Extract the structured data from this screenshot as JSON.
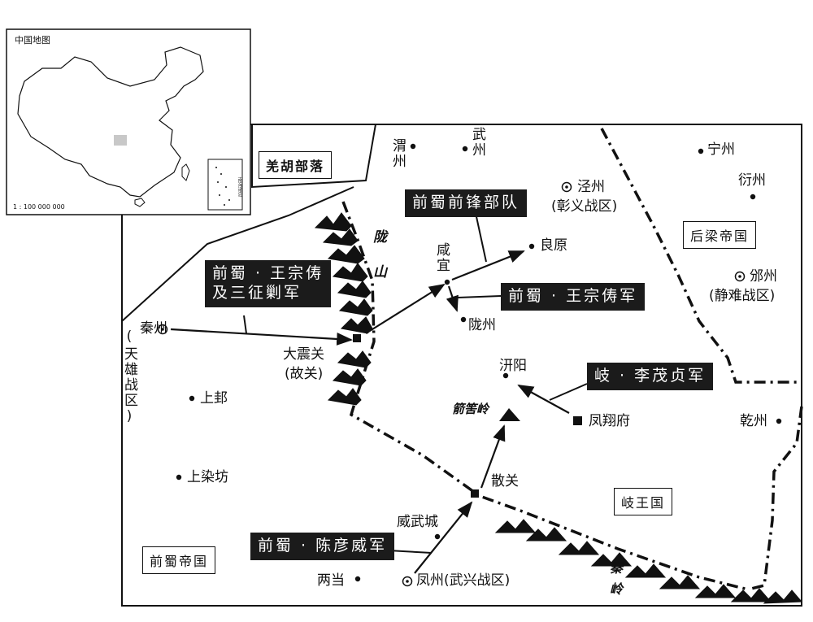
{
  "inset": {
    "title": "中国地图",
    "scale": "1 : 100 000 000",
    "nanhai_label": "南海诸岛"
  },
  "regions": {
    "qianghu": "羌胡部落",
    "houliang": "后梁帝国",
    "qiwang": "岐王国",
    "qianshu": "前蜀帝国"
  },
  "armies": {
    "vanguard": "前蜀前锋部队",
    "wangzongchou": [
      "前蜀 · 王宗俦",
      "及三征剿军"
    ],
    "wangzong": "前蜀 · 王宗俦军",
    "qi": "岐 · 李茂贞军",
    "chen": "前蜀 · 陈彦威军"
  },
  "places": {
    "weizhou": "渭州",
    "wuzhou": "武州",
    "jingzhou": "泾州",
    "zhangyi": "(彰义战区)",
    "ningzhou": "宁州",
    "yanzhou": "衍州",
    "binzhou": "邠州",
    "jingnan": "(静难战区)",
    "xianyi": "咸宜",
    "liangyuan": "良原",
    "longzhou": "陇州",
    "qinzhou": "秦州",
    "tianxiong": "(天雄战区)",
    "dazhenguan": "大震关",
    "guguan": "(故关)",
    "qianyang": "汧阳",
    "fengxiang": "凤翔府",
    "shanggui": "上邽",
    "shangranfang": "上染坊",
    "qianzhou": "乾州",
    "sanguan": "散关",
    "weiwucheng": "威武城",
    "liangdang": "两当",
    "fengzhou": "凤州(武兴战区)"
  },
  "mountains": {
    "longshan": "陇山",
    "jiandu": "箭筈岭",
    "qinling": "秦岭"
  },
  "legend_colors": {
    "ink": "#111111",
    "label_bg": "#1b1b1b",
    "inset_highlight": "#c8c8c8"
  }
}
